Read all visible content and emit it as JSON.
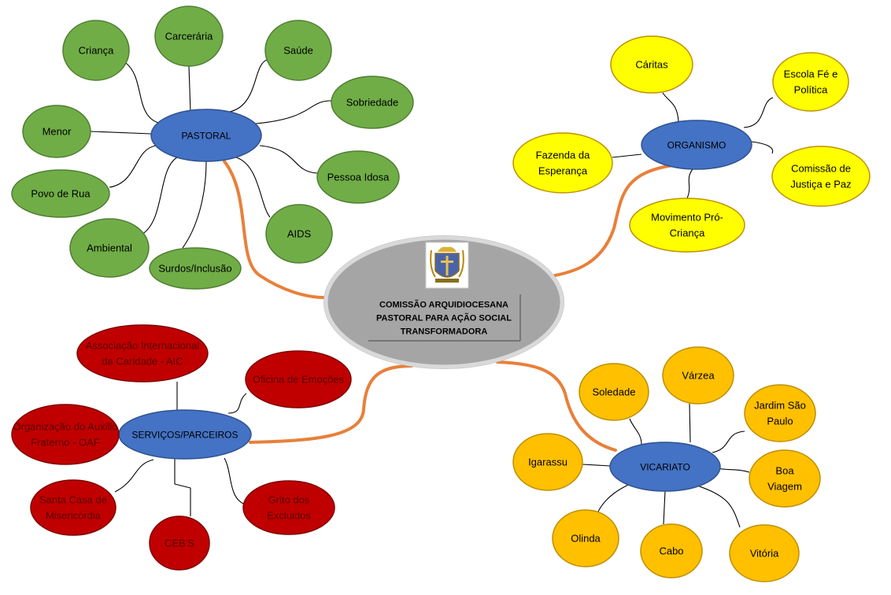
{
  "colors": {
    "pastoral": "#70AD47",
    "pastoral_border": "#507E32",
    "organismo": "#FFFF00",
    "organismo_border": "#BF9000",
    "servicos": "#C00000",
    "servicos_border": "#7F0000",
    "vicariato": "#FFC000",
    "vicariato_border": "#BF8F00",
    "hub": "#4472C4",
    "hub_border": "#2F528F",
    "center": "#A5A5A5",
    "center_border": "#D9D9D9",
    "main_connector": "#E8803A"
  },
  "center": {
    "lines": [
      "COMISSÃO ARQUIDIOCESANA",
      "PASTORAL PARA AÇÃO SOCIAL",
      "TRANSFORMADORA"
    ],
    "emblem_icon": "coat-of-arms-icon"
  },
  "groups": {
    "pastoral": {
      "label": "PASTORAL",
      "children": [
        {
          "lines": [
            "Criança"
          ]
        },
        {
          "lines": [
            "Carcerária"
          ]
        },
        {
          "lines": [
            "Saúde"
          ]
        },
        {
          "lines": [
            "Sobriedade"
          ]
        },
        {
          "lines": [
            "Menor"
          ]
        },
        {
          "lines": [
            "Pessoa Idosa"
          ]
        },
        {
          "lines": [
            "Povo de Rua"
          ]
        },
        {
          "lines": [
            "AIDS"
          ]
        },
        {
          "lines": [
            "Ambiental"
          ]
        },
        {
          "lines": [
            "Surdos/Inclusão"
          ]
        }
      ]
    },
    "organismo": {
      "label": "ORGANISMO",
      "children": [
        {
          "lines": [
            "Cáritas"
          ]
        },
        {
          "lines": [
            "Escola Fé e",
            "Política"
          ]
        },
        {
          "lines": [
            "Fazenda da",
            "Esperança"
          ]
        },
        {
          "lines": [
            "Comissão de",
            "Justiça e Paz"
          ]
        },
        {
          "lines": [
            "Movimento Pró-",
            "Criança"
          ]
        }
      ]
    },
    "servicos": {
      "label": "SERVIÇOS/PARCEIROS",
      "children": [
        {
          "lines": [
            "Associação Internacional",
            "da Caridade - AIC"
          ]
        },
        {
          "lines": [
            "Oficina de Emoções"
          ]
        },
        {
          "lines": [
            "Organização do Auxilio",
            "Fraterno - OAF"
          ]
        },
        {
          "lines": [
            "Santa Casa de",
            "Misericórdia"
          ]
        },
        {
          "lines": [
            "Grito dos",
            "Excluidos"
          ]
        },
        {
          "lines": [
            "CEB'S"
          ]
        }
      ]
    },
    "vicariato": {
      "label": "VICARIATO",
      "children": [
        {
          "lines": [
            "Várzea"
          ]
        },
        {
          "lines": [
            "Soledade"
          ]
        },
        {
          "lines": [
            "Jardim São",
            "Paulo"
          ]
        },
        {
          "lines": [
            "Igarassu"
          ]
        },
        {
          "lines": [
            "Boa",
            "Viagem"
          ]
        },
        {
          "lines": [
            "Olinda"
          ]
        },
        {
          "lines": [
            "Cabo"
          ]
        },
        {
          "lines": [
            "Vitória"
          ]
        }
      ]
    }
  }
}
